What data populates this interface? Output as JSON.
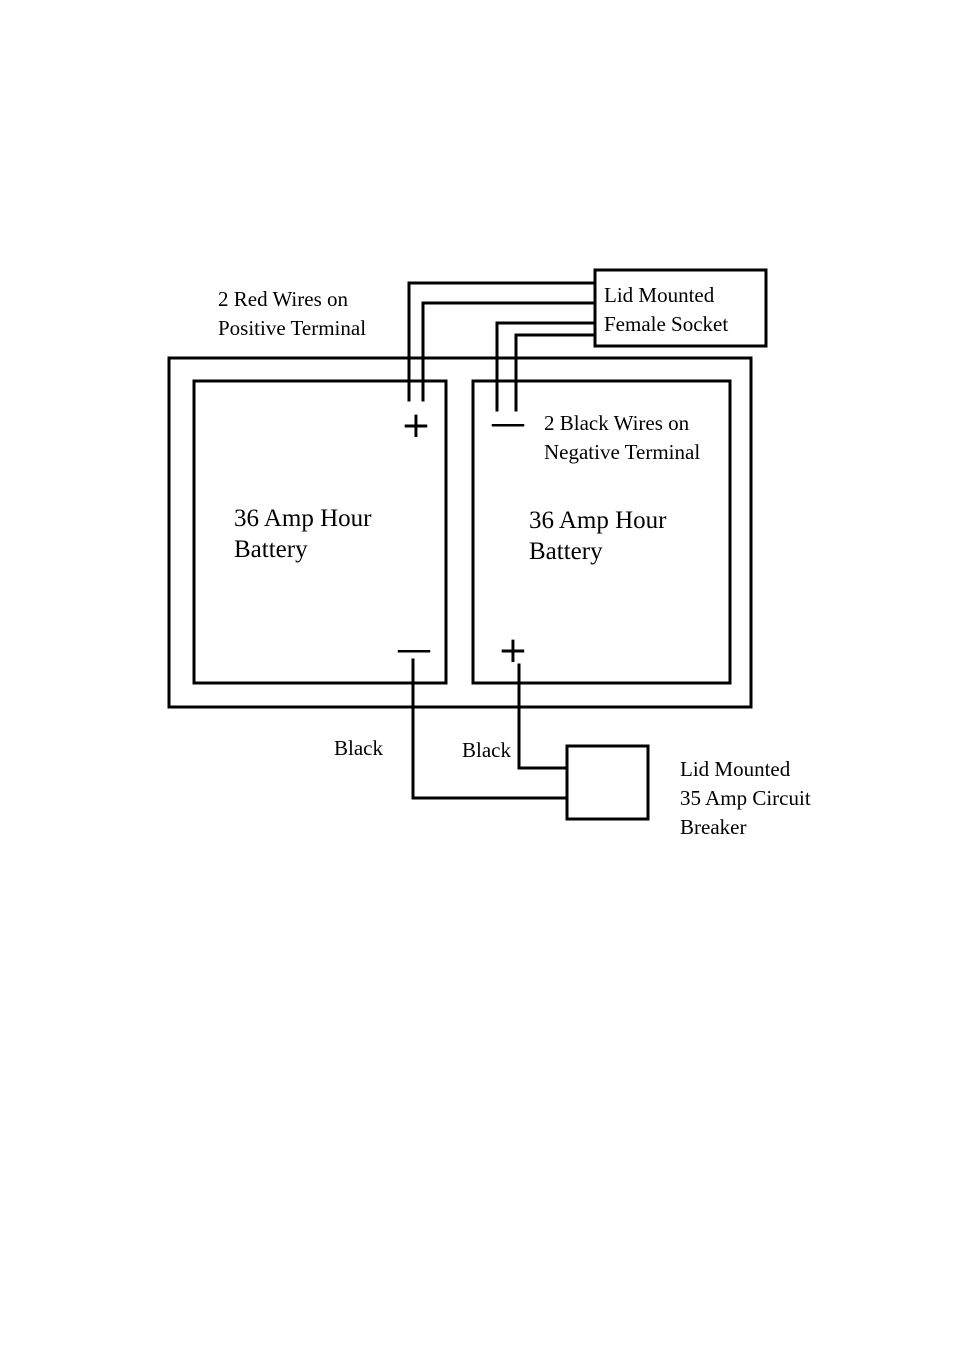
{
  "labels": {
    "red_wires_line1": "2 Red Wires on",
    "red_wires_line2": "Positive Terminal",
    "socket_line1": "Lid Mounted",
    "socket_line2": "Female Socket",
    "black_wires_line1": "2 Black Wires on",
    "black_wires_line2": "Negative Terminal",
    "battery_left_line1": "36 Amp Hour",
    "battery_left_line2": "Battery",
    "battery_right_line1": "36 Amp Hour",
    "battery_right_line2": "Battery",
    "wire_left": "Black",
    "wire_right": "Black",
    "breaker_line1": "Lid Mounted",
    "breaker_line2": "35 Amp Circuit",
    "breaker_line3": "Breaker"
  },
  "terminals": {
    "left_top": "+",
    "left_bottom": "—",
    "right_top": "—",
    "right_bottom": "+"
  },
  "colors": {
    "line": "#000000",
    "background": "#ffffff"
  }
}
